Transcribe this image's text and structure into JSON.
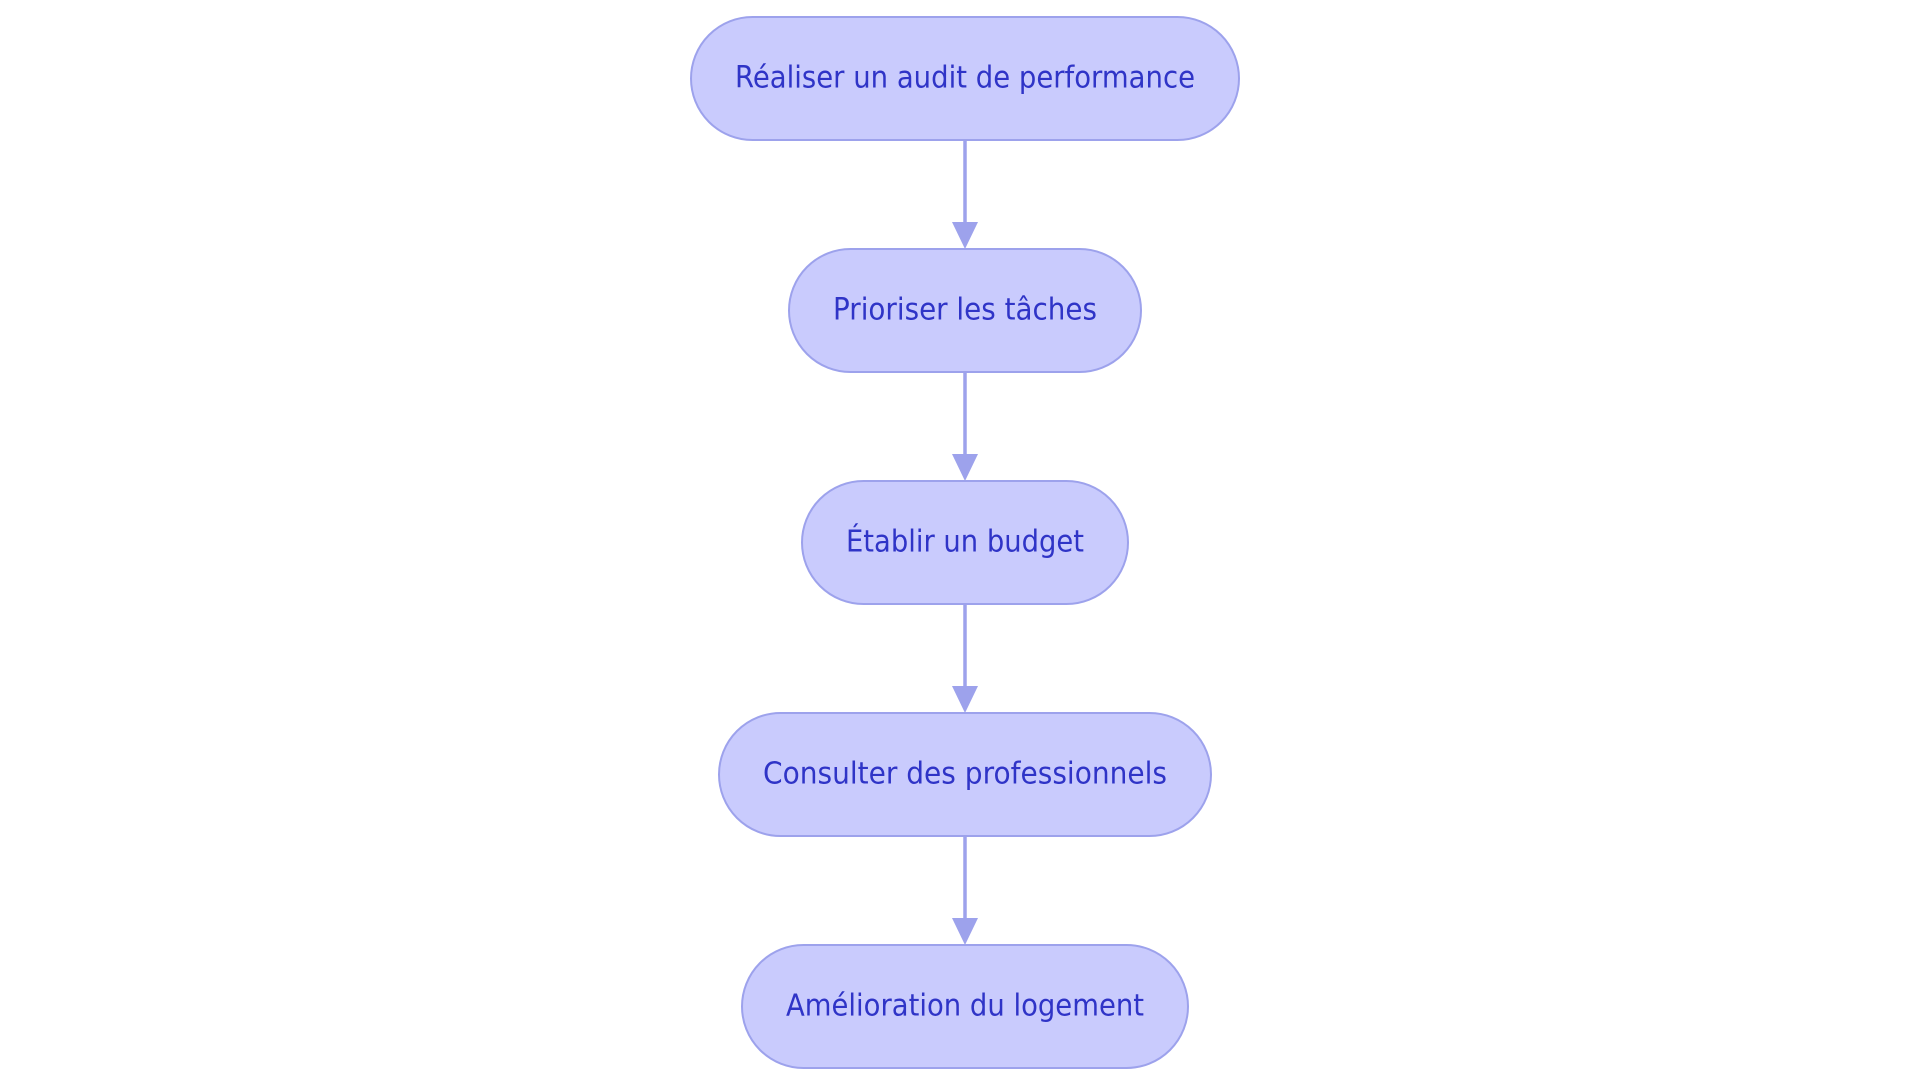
{
  "flowchart": {
    "nodes": [
      {
        "id": "n1",
        "label": "Réaliser un audit de performance"
      },
      {
        "id": "n2",
        "label": "Prioriser les tâches"
      },
      {
        "id": "n3",
        "label": "Établir un budget"
      },
      {
        "id": "n4",
        "label": "Consulter des professionnels"
      },
      {
        "id": "n5",
        "label": "Amélioration du logement"
      }
    ],
    "edges": [
      {
        "from": "n1",
        "to": "n2"
      },
      {
        "from": "n2",
        "to": "n3"
      },
      {
        "from": "n3",
        "to": "n4"
      },
      {
        "from": "n4",
        "to": "n5"
      }
    ]
  },
  "colors": {
    "node_fill": "#c9cbfd",
    "node_stroke": "#9da2ec",
    "label_text": "#2f34c7",
    "edge": "#9da2ec"
  }
}
